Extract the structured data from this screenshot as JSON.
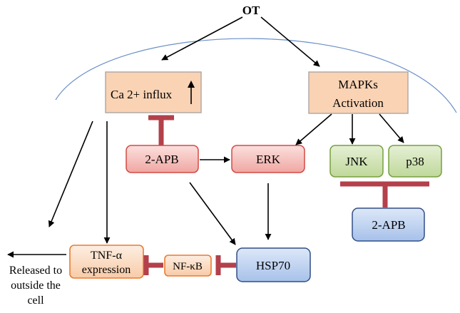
{
  "colors": {
    "peach_fill": "#fad3b4",
    "peach_stroke": "#b0aaa6",
    "red_fill": "#f6c4c1",
    "red_stroke": "#d34a44",
    "green_fill": "#d4e6bb",
    "green_stroke": "#76a03e",
    "blue_fill": "#c7d8f3",
    "blue_stroke": "#314e86",
    "orange_fill": "#fbe2cf",
    "orange_stroke": "#ec7a2e",
    "inhibitor": "#b3404a",
    "arc": "#6a8fc8",
    "arrow": "#000000"
  },
  "nodes": {
    "ot": "OT",
    "ca_influx": "Ca 2+ influx",
    "mapks_line1": "MAPKs",
    "mapks_line2": "Activation",
    "apb_left": "2-APB",
    "erk": "ERK",
    "jnk": "JNK",
    "p38": "p38",
    "apb_right": "2-APB",
    "tnf_line1": "TNF-α",
    "tnf_line2": "expression",
    "nfkb": "NF-κB",
    "hsp70": "HSP70"
  },
  "released": {
    "line1": "Released to",
    "line2": "outside the",
    "line3": "cell"
  }
}
